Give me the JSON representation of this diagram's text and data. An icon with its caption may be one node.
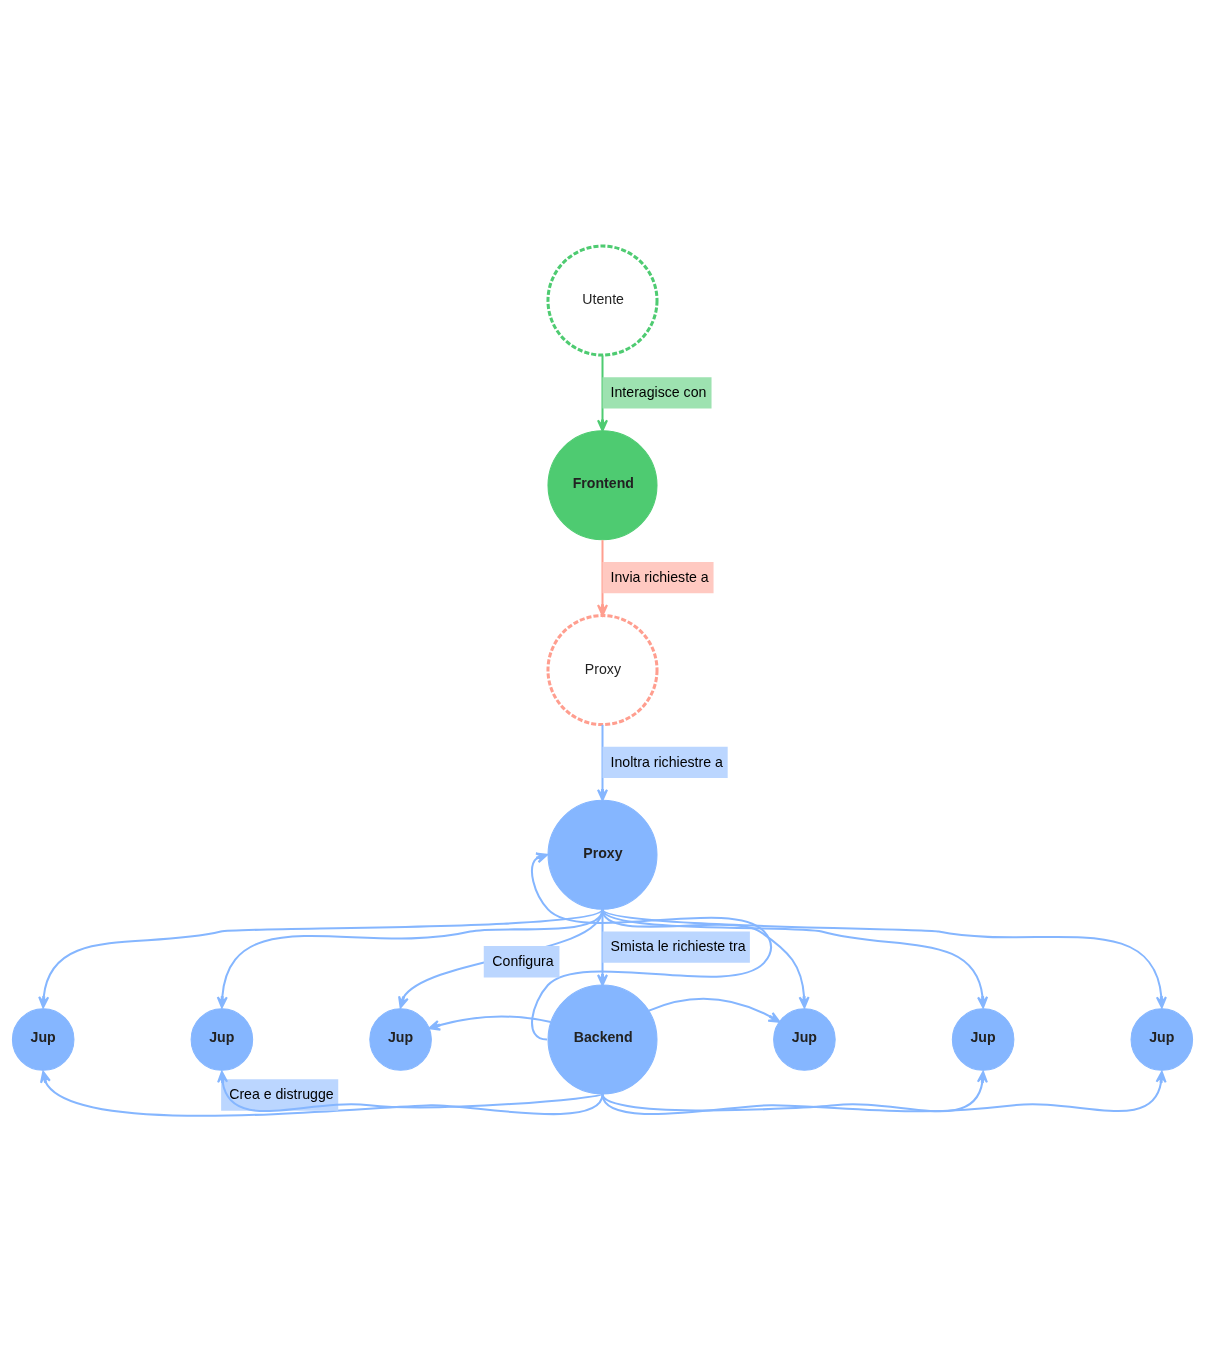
{
  "diagram": {
    "nodes": [
      {
        "text": [
          "Utente"
        ]
      },
      {
        "text": [
          "Frontend"
        ]
      },
      {
        "text": [
          "Proxy"
        ]
      },
      {
        "text": [
          "Proxy"
        ]
      },
      {
        "text": [
          "Backend"
        ]
      },
      {
        "text": [
          "Jup"
        ]
      },
      {
        "text": [
          "Jup"
        ]
      },
      {
        "text": [
          "Jup"
        ]
      },
      {
        "text": [
          "Jup"
        ]
      },
      {
        "text": [
          "Jup"
        ]
      },
      {
        "text": [
          "Jup"
        ]
      }
    ],
    "edges": [
      {
        "from": 0,
        "to": 1,
        "arrow": "to",
        "label": "Interagisce con",
        "color": "#4ecb71"
      },
      {
        "from": 1,
        "to": 2,
        "arrow": "to",
        "label": "Invia richieste a",
        "color": "#ff9e8f"
      },
      {
        "from": 2,
        "to": 3,
        "arrow": "to",
        "label": "Inoltra richiestre a"
      },
      {
        "from": 3,
        "to": 4,
        "arrow": "to",
        "label": "Smista le richieste tra"
      },
      {
        "from": 3,
        "to": 5,
        "arrow": "to"
      },
      {
        "from": 3,
        "to": 6,
        "arrow": "to"
      },
      {
        "from": 3,
        "to": 7,
        "arrow": "to"
      },
      {
        "from": 3,
        "to": 8,
        "arrow": "to"
      },
      {
        "from": 3,
        "to": 9,
        "arrow": "to"
      },
      {
        "from": 3,
        "to": 10,
        "arrow": "to"
      },
      {
        "from": 4,
        "to": 3,
        "arrow": "to",
        "label": "Configura"
      },
      {
        "from": 4,
        "to": 5,
        "arrow": "to",
        "label": "Crea e distrugge"
      },
      {
        "from": 4,
        "to": 6,
        "arrow": "to"
      },
      {
        "from": 4,
        "to": 7,
        "arrow": "to"
      },
      {
        "from": 4,
        "to": 8,
        "arrow": "to"
      },
      {
        "from": 4,
        "to": 9,
        "arrow": "to"
      },
      {
        "from": 4,
        "to": 10,
        "arrow": "to"
      }
    ]
  }
}
